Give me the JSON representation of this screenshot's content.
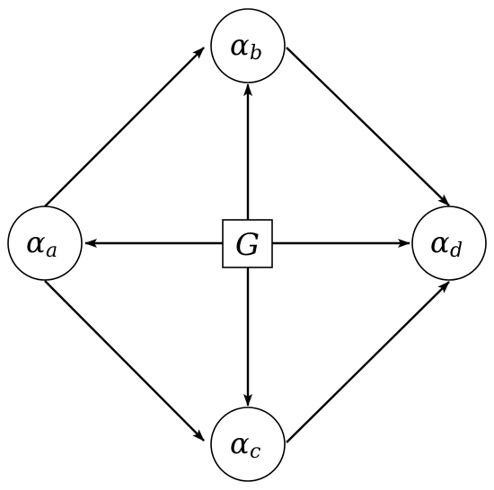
{
  "nodes": {
    "a": {
      "symbol": "α",
      "subscript": "a"
    },
    "b": {
      "symbol": "α",
      "subscript": "b"
    },
    "c": {
      "symbol": "α",
      "subscript": "c"
    },
    "d": {
      "symbol": "α",
      "subscript": "d"
    },
    "g": {
      "label": "G"
    }
  },
  "edges": [
    {
      "from": "a",
      "to": "b"
    },
    {
      "from": "b",
      "to": "d"
    },
    {
      "from": "a",
      "to": "c"
    },
    {
      "from": "c",
      "to": "d"
    },
    {
      "from": "g",
      "to": "a"
    },
    {
      "from": "g",
      "to": "b"
    },
    {
      "from": "g",
      "to": "c"
    },
    {
      "from": "g",
      "to": "d"
    }
  ]
}
